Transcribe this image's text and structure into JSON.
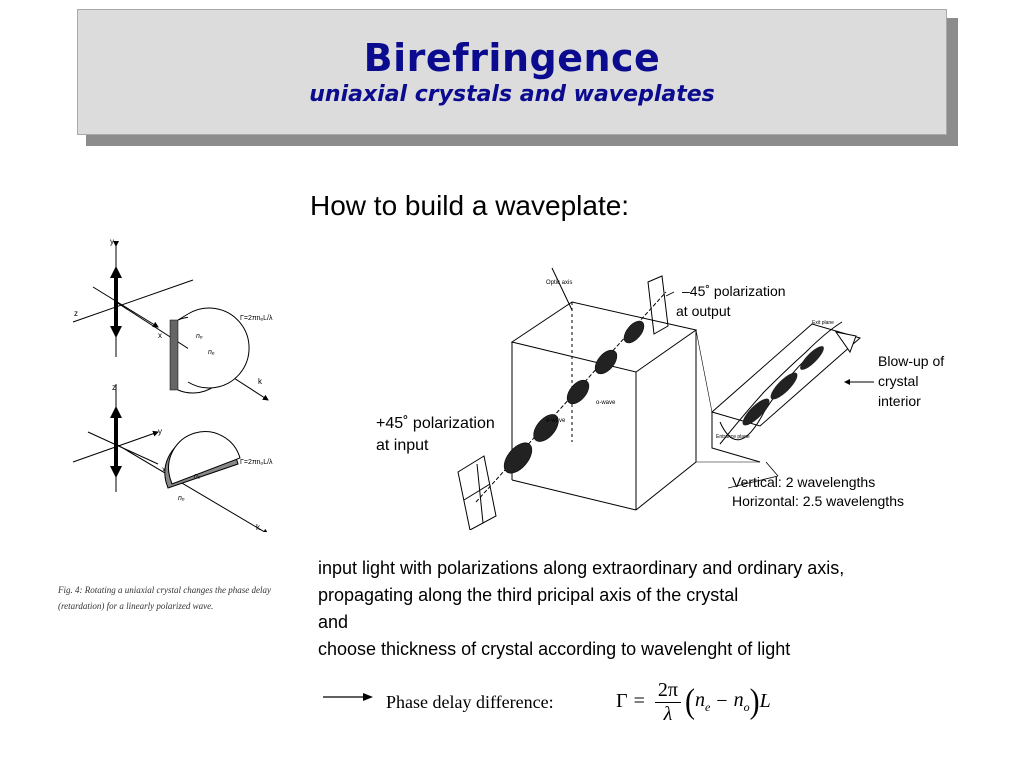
{
  "title": {
    "main": "Birefringence",
    "subtitle": "uniaxial crystals and waveplates"
  },
  "heading": "How to build a waveplate:",
  "left_figure": {
    "top_axes": {
      "y": "y",
      "z": "z",
      "x": "x",
      "k": "k"
    },
    "bottom_axes": {
      "z": "z",
      "y": "y",
      "x": "x",
      "k": "k"
    },
    "formula_top": "Γ=2πnₑL/λ",
    "formula_bottom": "Γ=2πnₒL/λ",
    "label_no": "nₒ",
    "label_ne": "nₑ",
    "caption": "Fig. 4: Rotating a uniaxial crystal changes the phase delay (retardation) for a linearly polarized wave."
  },
  "right_figure": {
    "optic_axis": "Optic axis",
    "output_label_1": "–45˚ polarization",
    "output_label_2": "at output",
    "input_label_1": "+45˚ polarization",
    "input_label_2": "at input",
    "blowup_1": "Blow-up of",
    "blowup_2": "crystal",
    "blowup_3": "interior",
    "vertical": "Vertical: 2 wavelengths",
    "horizontal": "Horizontal: 2.5 wavelengths",
    "e_wave": "e-wave",
    "o_wave": "o-wave",
    "exit_plane": "Exit plane",
    "entrance_plane": "Entrance plane"
  },
  "body": {
    "line1": "input light with polarizations along extraordinary and ordinary axis,",
    "line2": "propagating along the third pricipal axis of the crystal",
    "line3": "and",
    "line4": "choose thickness of crystal according to wavelenght of light"
  },
  "formula": {
    "label": "Phase delay difference:",
    "gamma": "Γ",
    "equals": "=",
    "numerator": "2π",
    "denominator": "λ",
    "n": "n",
    "sub_e": "e",
    "minus": "−",
    "sub_o": "o",
    "L": "L",
    "lparen": "(",
    "rparen": ")"
  },
  "colors": {
    "title_text": "#0b0b8f",
    "title_bg": "#dcdcdc",
    "title_shadow": "#8c8c8c"
  }
}
